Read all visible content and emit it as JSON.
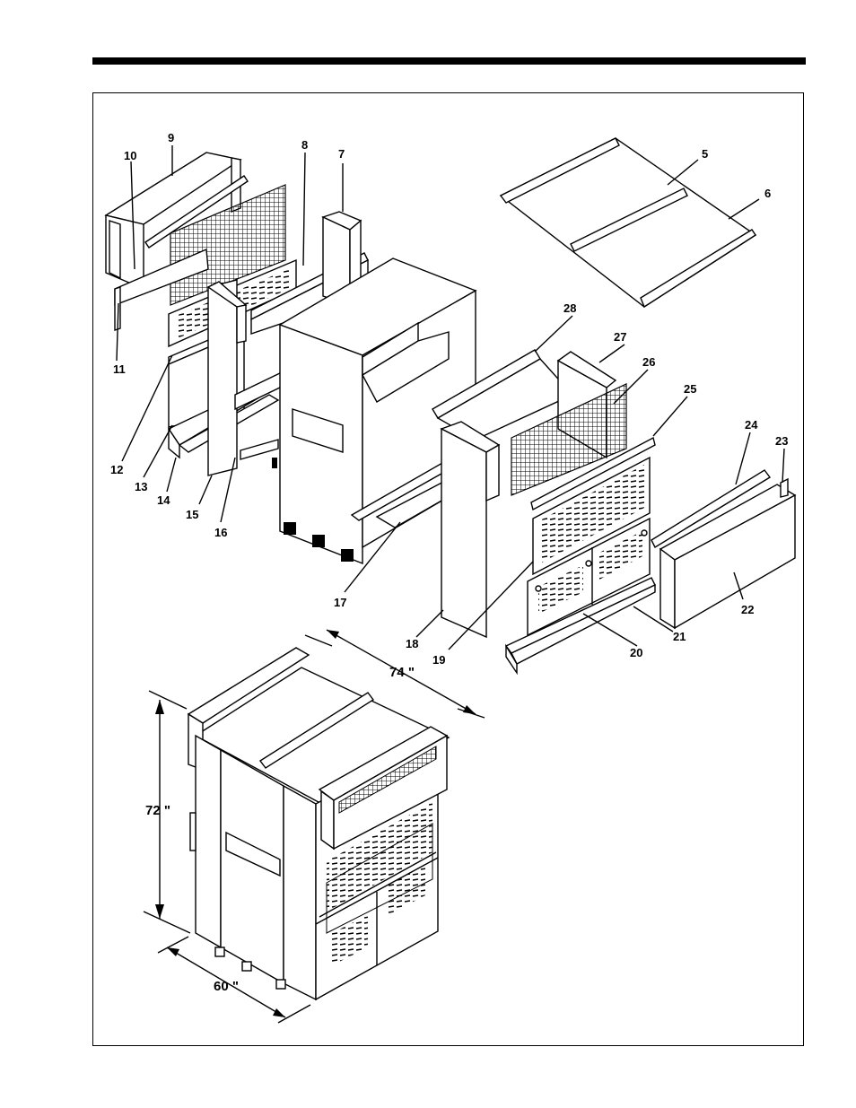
{
  "callouts": [
    "5",
    "6",
    "7",
    "8",
    "9",
    "10",
    "11",
    "12",
    "13",
    "14",
    "15",
    "16",
    "17",
    "18",
    "19",
    "20",
    "21",
    "22",
    "23",
    "24",
    "25",
    "26",
    "27",
    "28"
  ],
  "dimensions": {
    "length": "74 \"",
    "height": "72 \"",
    "width": "60 \""
  }
}
